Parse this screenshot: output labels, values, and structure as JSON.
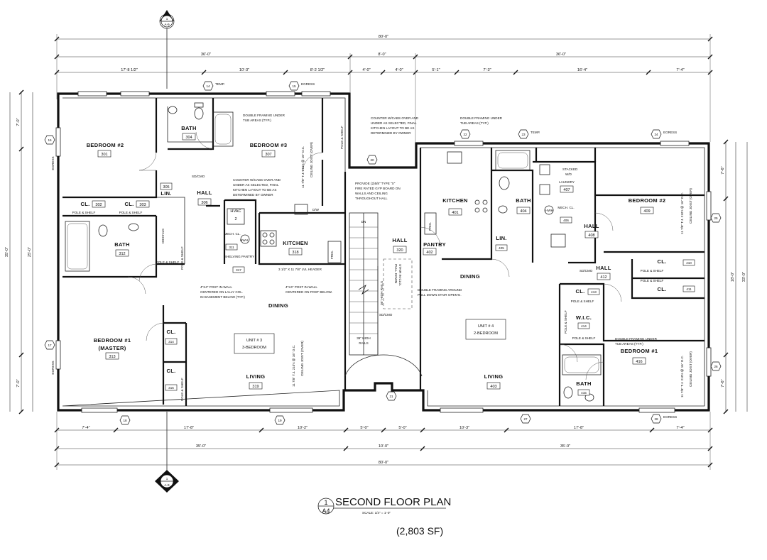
{
  "title": {
    "text": "SECOND FLOOR PLAN",
    "scale": "SCALE: 1/4\" = 1'-0\"",
    "area": "(2,803 SF)",
    "detail_num": "1",
    "sheet": "A4"
  },
  "section_markers": [
    {
      "num": "1",
      "sheet": "A-9"
    },
    {
      "num": "1",
      "sheet": "A-9"
    }
  ],
  "dims_top": {
    "overall": "80'-0\"",
    "row2": [
      "36'-0\"",
      "8'-0\"",
      "36'-0\""
    ],
    "row3": [
      "17'-8 1/2\"",
      "10'-3\"",
      "8'-2 1/2\"",
      "4'-0\"",
      "4'-0\"",
      "5'-1\"",
      "7'-3\"",
      "16'-4\"",
      "7'-4\""
    ]
  },
  "dims_bottom": {
    "row1": [
      "7'-4\"",
      "17'-8\"",
      "10'-2\"",
      "5'-0\"",
      "5'-0\"",
      "10'-3\"",
      "17'-8\"",
      "7'-4\""
    ],
    "row2": [
      "35'-0\"",
      "10'-0\"",
      "35'-0\""
    ],
    "overall": "80'-0\""
  },
  "dims_left": {
    "overall": "35'-0\"",
    "inner": "25'-0\"",
    "segs": [
      "7'-0\"",
      "7'-0\""
    ]
  },
  "dims_right": {
    "overall": "33'-0\"",
    "inner": "18'-0\"",
    "segs": [
      "7'-6\"",
      "7'-6\""
    ]
  },
  "units": [
    {
      "name": "UNIT # 3",
      "type": "3-BEDROOM"
    },
    {
      "name": "UNIT # 4",
      "type": "2-BEDROOM"
    }
  ],
  "rooms": [
    {
      "name": "BEDROOM #2",
      "num": "301"
    },
    {
      "name": "BATH",
      "num": "304"
    },
    {
      "name": "BEDROOM #3",
      "num": "307"
    },
    {
      "name": "HALL",
      "num": "306"
    },
    {
      "name": "CL.",
      "num": "302"
    },
    {
      "name": "CL.",
      "num": "303"
    },
    {
      "name": "LIN.",
      "num": "305"
    },
    {
      "name": "BATH",
      "num": "312"
    },
    {
      "name": "HVAC",
      "num": "2"
    },
    {
      "name": "MECH. CL.",
      "num": "311"
    },
    {
      "name": "SHELVING PANTRY",
      "num": "317"
    },
    {
      "name": "KITCHEN",
      "num": "318"
    },
    {
      "name": "DINING",
      "num": ""
    },
    {
      "name": "BEDROOM #1",
      "num": "313"
    },
    {
      "name": "(MASTER)",
      "num": ""
    },
    {
      "name": "CL.",
      "num": "314"
    },
    {
      "name": "CL.",
      "num": "315"
    },
    {
      "name": "LIVING",
      "num": "319"
    },
    {
      "name": "HALL",
      "num": "320"
    },
    {
      "name": "PANTRY",
      "num": "402"
    },
    {
      "name": "KITCHEN",
      "num": "401"
    },
    {
      "name": "BATH",
      "num": "404"
    },
    {
      "name": "LAUNDRY",
      "num": "407"
    },
    {
      "name": "MECH. CL.",
      "num": "406"
    },
    {
      "name": "HALL",
      "num": "408"
    },
    {
      "name": "BEDROOM #2",
      "num": "409"
    },
    {
      "name": "LIN.",
      "num": "405"
    },
    {
      "name": "DINING",
      "num": ""
    },
    {
      "name": "HALL",
      "num": "412"
    },
    {
      "name": "CL.",
      "num": "410"
    },
    {
      "name": "CL.",
      "num": "411"
    },
    {
      "name": "CL.",
      "num": "413"
    },
    {
      "name": "W.I.C.",
      "num": "414"
    },
    {
      "name": "BEDROOM #1",
      "num": "416"
    },
    {
      "name": "BATH",
      "num": "415"
    },
    {
      "name": "LIVING",
      "num": "403"
    }
  ],
  "notes": {
    "tub1": [
      "DOUBLE FRAMING UNDER",
      "TUB AREAS (TYP.)"
    ],
    "counter1": [
      "COUNTER W/CABS OVER AND",
      "UNDER AS SELECTED, FINAL",
      "KITCHEN LAYOUT TO BE AS",
      "DETERMINED BY OWNER"
    ],
    "post1": [
      "4\"X4\" POST IN-WALL",
      "CENTERED ON LALLY COL.",
      "IN BASEMENT BELOW (TYP.)"
    ],
    "post2": [
      "4\"X4\" POST IN-WALL",
      "CENTERED ON POST BELOW."
    ],
    "lvl": "3 1/2\" X 11 7/8\" LVL HEADER",
    "gyp": [
      "PROVIDE (2)5/8\" TYPE \"X\"",
      "FIRE RATED GYP BOARD ON",
      "WALLS AND CEILING",
      "THROUGHOUT HALL"
    ],
    "counter2": [
      "COUNTER W/CABS OVER AND",
      "UNDER AS SELECTED, FINAL",
      "KITCHEN LAYOUT TO BE AS",
      "DETERMINED BY OWNER"
    ],
    "tub2": [
      "DOUBLE FRAMING UNDER",
      "TUB AREAS (TYP.)"
    ],
    "pulldown": [
      "DOUBLE FRAMING AROUND",
      "PULL DOWN STAIR OPEN'G."
    ],
    "tub3": [
      "DOUBLE FRAMING UNDER",
      "TUB AREAS (TYP.)"
    ],
    "pull_stair": [
      "PULL DOWN",
      "STAIR IN CLG."
    ],
    "rails1": "36\" HIGH RAILS",
    "rails2": [
      "36\" HIGH",
      "RAILS"
    ],
    "joist": "11 7/8\" T.J. 210's @ 16\" O.C.",
    "joist_over": "CEILING JOIST (OVER)",
    "stair_dn": "DN",
    "egress": "EGRESS",
    "temp": "TEMP.",
    "pole_shelf": "POLE & SHELF",
    "stacked": [
      "STACKED",
      "W/D"
    ],
    "smoke": "SD/CMO",
    "fridge": "FRIG.",
    "dw": "D/W",
    "hwh": "HWH"
  },
  "keys": [
    "14",
    "15",
    "16",
    "17",
    "18",
    "19",
    "20",
    "21",
    "22",
    "23",
    "24",
    "25",
    "26",
    "27",
    "28"
  ]
}
